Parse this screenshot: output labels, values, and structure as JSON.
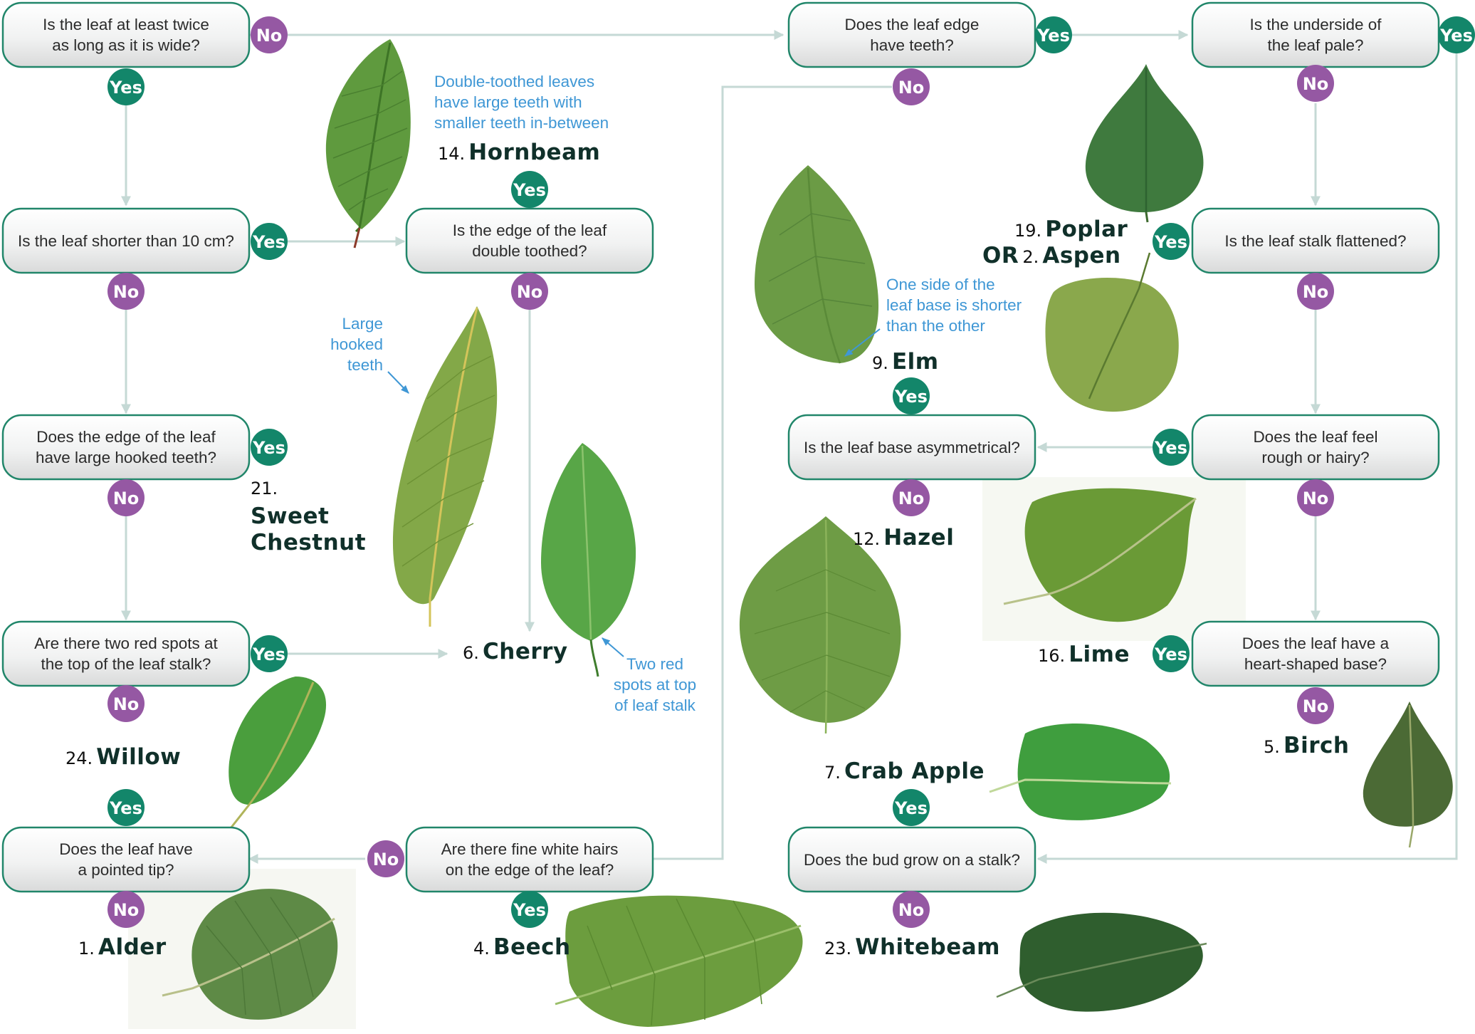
{
  "colors": {
    "yes_badge": "#13866a",
    "no_badge": "#9558a3",
    "box_border": "#21866a",
    "box_fill_top": "#ffffff",
    "box_fill_bottom": "#dbdcdc",
    "connector": "#c5d9d5",
    "note_text": "#3f97d5",
    "species_name": "#10302a"
  },
  "badges": {
    "yes": "Yes",
    "no": "No"
  },
  "questions": {
    "q_twice_long": [
      "Is the leaf at least twice",
      "as long as it is wide?"
    ],
    "q_edge_teeth": [
      "Does the leaf edge",
      "have teeth?"
    ],
    "q_underside_pale": [
      "Is the underside of",
      "the leaf pale?"
    ],
    "q_shorter_10cm": [
      "Is the leaf shorter than 10 cm?"
    ],
    "q_double_toothed": [
      "Is the edge of the leaf",
      "double toothed?"
    ],
    "q_stalk_flattened": [
      "Is the leaf stalk flattened?"
    ],
    "q_hooked_teeth": [
      "Does the edge of the leaf",
      "have large hooked teeth?"
    ],
    "q_base_asym": [
      "Is the leaf base asymmetrical?"
    ],
    "q_rough_hairy": [
      "Does the leaf feel",
      "rough or hairy?"
    ],
    "q_red_spots": [
      "Are there two red spots at",
      "the top of the leaf stalk?"
    ],
    "q_heart_base": [
      "Does the leaf have a",
      "heart-shaped base?"
    ],
    "q_pointed_tip": [
      "Does the leaf have",
      "a pointed tip?"
    ],
    "q_white_hairs": [
      "Are there fine white hairs",
      "on the edge of the leaf?"
    ],
    "q_bud_stalk": [
      "Does the bud grow on a stalk?"
    ]
  },
  "species": {
    "hornbeam": {
      "number": "14.",
      "name": "Hornbeam"
    },
    "poplar": {
      "number": "19.",
      "name": "Poplar"
    },
    "aspen": {
      "or": "OR",
      "number": "2.",
      "name": "Aspen"
    },
    "elm": {
      "number": "9.",
      "name": "Elm"
    },
    "sweet_chestnut": {
      "number": "21.",
      "name_line1": "Sweet",
      "name_line2": "Chestnut"
    },
    "hazel": {
      "number": "12.",
      "name": "Hazel"
    },
    "cherry": {
      "number": "6.",
      "name": "Cherry"
    },
    "lime": {
      "number": "16.",
      "name": "Lime"
    },
    "willow": {
      "number": "24.",
      "name": "Willow"
    },
    "birch": {
      "number": "5.",
      "name": "Birch"
    },
    "crab_apple": {
      "number": "7.",
      "name": "Crab Apple"
    },
    "alder": {
      "number": "1.",
      "name": "Alder"
    },
    "beech": {
      "number": "4.",
      "name": "Beech"
    },
    "whitebeam": {
      "number": "23.",
      "name": "Whitebeam"
    }
  },
  "notes": {
    "double_toothed": [
      "Double-toothed leaves",
      "have large teeth with",
      "smaller teeth in-between"
    ],
    "hooked_teeth": [
      "Large",
      "hooked",
      "teeth"
    ],
    "elm_base": [
      "One side of the",
      "leaf base is shorter",
      "than the other"
    ],
    "cherry_spots": [
      "Two red",
      "spots at top",
      "of leaf stalk"
    ]
  }
}
